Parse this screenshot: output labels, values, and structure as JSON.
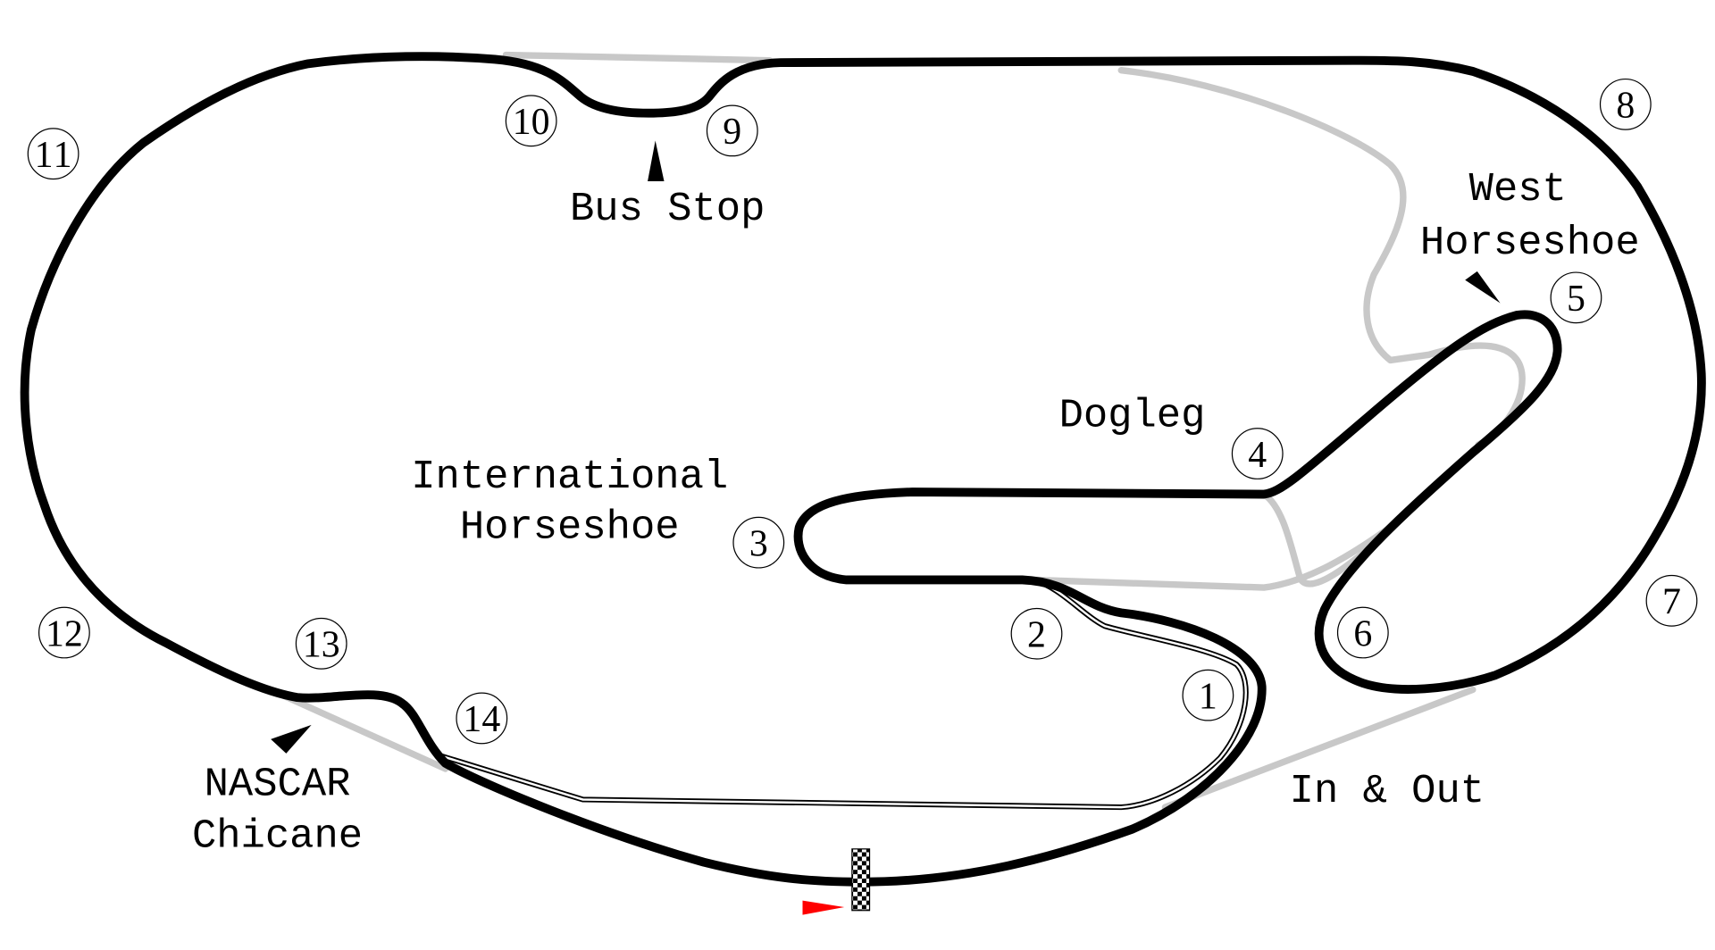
{
  "title": "Daytona road course map",
  "colors": {
    "track": "#000000",
    "unused_track": "#c8c8c8",
    "start_arrow": "#ff0000",
    "background": "#ffffff"
  },
  "turns": [
    "1",
    "2",
    "3",
    "4",
    "5",
    "6",
    "7",
    "8",
    "9",
    "10",
    "11",
    "12",
    "13",
    "14"
  ],
  "labels": {
    "bus_stop": "Bus Stop",
    "west_horseshoe_1": "West",
    "west_horseshoe_2": "Horseshoe",
    "dogleg": "Dogleg",
    "intl_horseshoe_1": "International",
    "intl_horseshoe_2": "Horseshoe",
    "nascar_chicane_1": "NASCAR",
    "nascar_chicane_2": "Chicane",
    "in_out": "In & Out"
  },
  "icons": {
    "finish": "checkered-flag-icon",
    "direction": "start-direction-arrow-icon"
  }
}
